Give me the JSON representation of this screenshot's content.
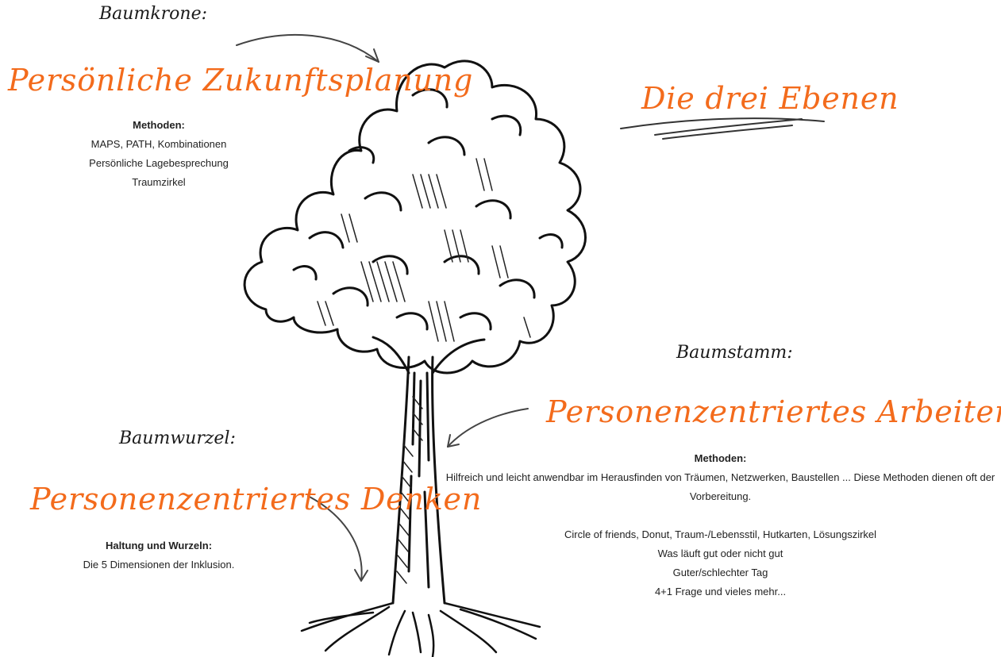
{
  "crown": {
    "label": "Baumkrone:",
    "title": "Persönliche Zukunftsplanung",
    "methods_heading": "Methoden:",
    "methods": [
      "MAPS, PATH, Kombinationen",
      "Persönliche Lagebesprechung",
      "Traumzirkel"
    ]
  },
  "header": {
    "title": "Die drei Ebenen"
  },
  "trunk": {
    "label": "Baumstamm:",
    "title": "Personenzentriertes Arbeiten/Alltag",
    "methods_heading": "Methoden:",
    "description_line1": "Hilfreich und leicht anwendbar im Herausfinden von Träumen, Netzwerken, Baustellen ... Diese Methoden dienen oft der",
    "description_line2": "Vorbereitung.",
    "methods": [
      "Circle of friends, Donut, Traum-/Lebensstil, Hutkarten, Lösungszirkel",
      "Was läuft gut oder nicht gut",
      "Guter/schlechter Tag",
      "4+1 Frage und vieles mehr..."
    ]
  },
  "roots": {
    "label": "Baumwurzel:",
    "title": "Personenzentriertes Denken",
    "heading": "Haltung und Wurzeln:",
    "text": "Die 5 Dimensionen der Inklusion."
  },
  "colors": {
    "accent": "#f36b1c",
    "ink": "#1a1a1a"
  }
}
